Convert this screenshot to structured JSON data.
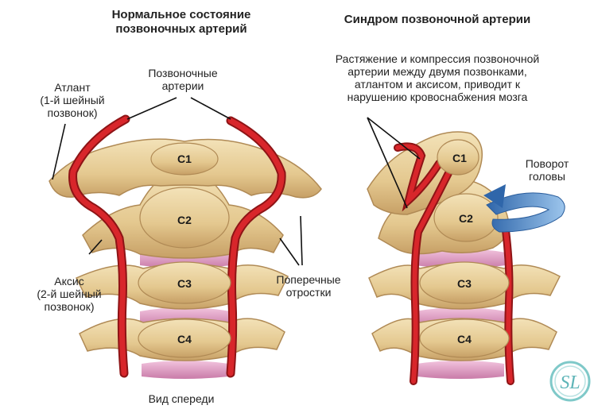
{
  "titles": {
    "normal_line1": "Нормальное состояние",
    "normal_line2": "позвоночных артерий",
    "syndrome": "Синдром позвоночной артерии"
  },
  "labels": {
    "arteries_line1": "Позвоночные",
    "arteries_line2": "артерии",
    "atlas_line1": "Атлант",
    "atlas_line2": "(1-й шейный",
    "atlas_line3": "позвонок)",
    "axis_line1": "Аксис",
    "axis_line2": "(2-й шейный",
    "axis_line3": "позвонок)",
    "processes_line1": "Поперечные",
    "processes_line2": "отростки",
    "front_view": "Вид спереди",
    "rotation_line1": "Поворот",
    "rotation_line2": "головы",
    "explanation_line1": "Растяжение и компрессия позвоночной",
    "explanation_line2": "артерии между двумя позвонками,",
    "explanation_line3": "атлантом и аксисом, приводит к",
    "explanation_line4": "нарушению кровоснабжения мозга"
  },
  "vertebrae": [
    "C1",
    "C2",
    "C3",
    "C4"
  ],
  "logo": "SL",
  "colors": {
    "bone": "#e9d3a1",
    "bone_shadow": "#c9a86b",
    "artery": "#d8262b",
    "disc": "#e4a3c8",
    "arrow": "#4f86c6"
  }
}
